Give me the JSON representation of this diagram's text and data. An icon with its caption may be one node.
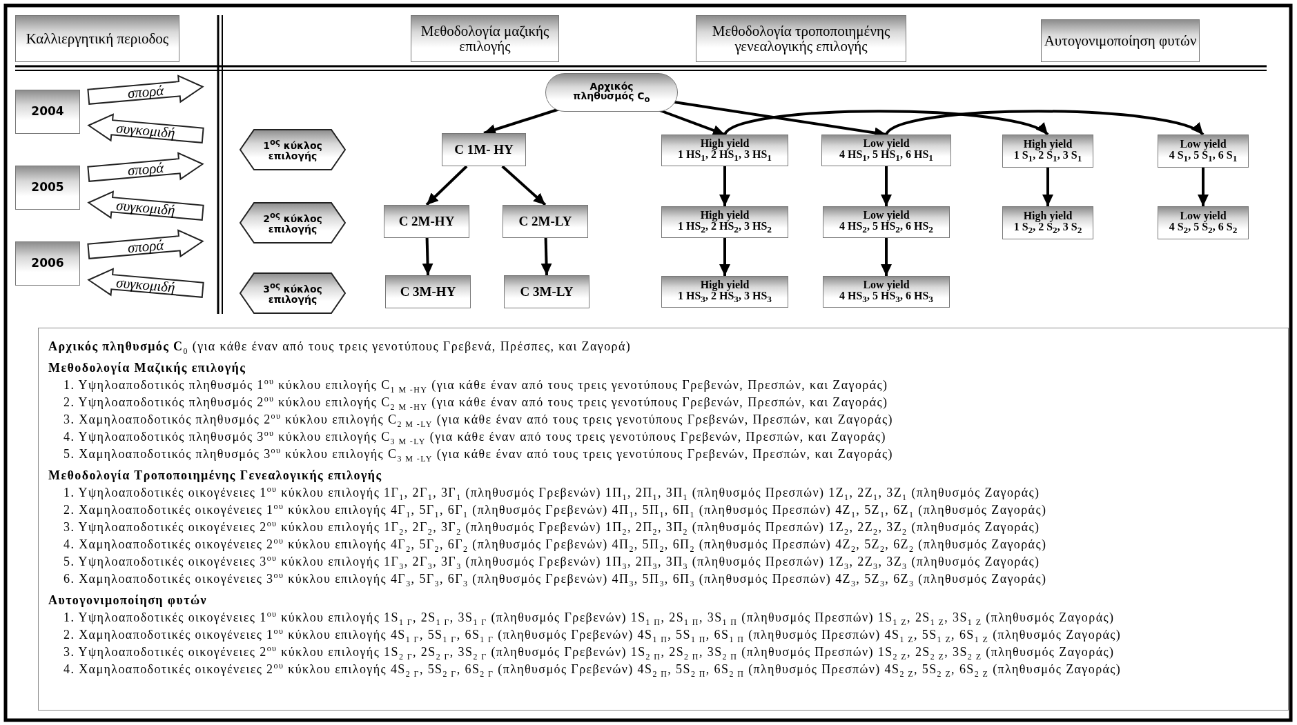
{
  "diagram": {
    "nodes": [
      {
        "text": [
          "Καλλιεργητική περιοδος"
        ]
      },
      {
        "text": [
          "Μεθοδολογία μαζικής επιλογής"
        ]
      },
      {
        "text": [
          "Μεθοδολογία τροποποιημένης γενεαλογικής επιλογής"
        ]
      },
      {
        "text": [
          "Αυτογονιμοποίηση φυτών"
        ]
      },
      {
        "text": [
          "2004"
        ]
      },
      {
        "text": [
          "σπορά"
        ]
      },
      {
        "text": [
          "συγκομιδή"
        ]
      },
      {
        "text": [
          "2005"
        ]
      },
      {
        "text": [
          "σπορά"
        ]
      },
      {
        "text": [
          "συγκομιδή"
        ]
      },
      {
        "text": [
          "2006"
        ]
      },
      {
        "text": [
          "σπορά"
        ]
      },
      {
        "text": [
          "συγκομιδή"
        ]
      },
      {
        "text": [
          "1$^{ος}$ κύκλος επιλογής"
        ]
      },
      {
        "text": [
          "2$^{ος}$ κύκλος επιλογής"
        ]
      },
      {
        "text": [
          "3$^{ος}$ κύκλος επιλογής"
        ]
      },
      {
        "text": [
          "Αρχικός πληθυσμός C$_{o}$"
        ]
      },
      {
        "text": [
          "C 1M- HY"
        ]
      },
      {
        "text": [
          "C 2M-HY"
        ]
      },
      {
        "text": [
          "C 2M-LY"
        ]
      },
      {
        "text": [
          "C 3M-HY"
        ]
      },
      {
        "text": [
          "C 3M-LY"
        ]
      },
      {
        "text": [
          "High yield",
          "1 HS$_{1}$, 2 HS$_{1}$, 3 HS$_{1}$"
        ]
      },
      {
        "text": [
          "Low yield",
          "4 HS$_{1}$, 5 HS$_{1}$, 6 HS$_{1}$"
        ]
      },
      {
        "text": [
          "High yield",
          "1 HS$_{2}$, 2 HS$_{2}$, 3 HS$_{2}$"
        ]
      },
      {
        "text": [
          "Low yield",
          "4 HS$_{2}$, 5 HS$_{2}$, 6 HS$_{2}$"
        ]
      },
      {
        "text": [
          "High yield",
          "1 HS$_{3}$, 2 HS$_{3}$, 3 HS$_{3}$"
        ]
      },
      {
        "text": [
          "Low yield",
          "4 HS$_{3}$, 5 HS$_{3}$, 6 HS$_{3}$"
        ]
      },
      {
        "text": [
          "High yield",
          "1 S$_{1}$, 2 S$_{1}$, 3 S$_{1}$"
        ]
      },
      {
        "text": [
          "Low yield",
          "4 S$_{1}$, 5 S$_{1}$, 6 S$_{1}$"
        ]
      },
      {
        "text": [
          "High yield",
          "1 S$_{2}$, 2 S$_{2}$, 3 S$_{2}$"
        ]
      },
      {
        "text": [
          "Low yield",
          "4 S$_{2}$, 5 S$_{2}$, 6 S$_{2}$"
        ]
      },
      {
        "text": [
          "**Αρχικός πληθυσμός C**$_{0}$ (για κάθε έναν από τους τρεις γενοτύπους Γρεβενά, Πρέσπες, και Ζαγορά)",
          "Μεθοδολογία Μαζικής επιλογής",
          "1. Υψηλοαποδοτικός πληθυσμός 1$^{ου}$ κύκλου επιλογής C$_{1 M -HY}$ (για κάθε έναν από τους τρεις γενοτύπους Γρεβενών, Πρεσπών, και Ζαγοράς)",
          "2. Υψηλοαποδοτικός πληθυσμός 2$^{ου}$ κύκλου επιλογής C$_{2 M -HY}$ (για κάθε έναν από τους τρεις γενοτύπους Γρεβενών, Πρεσπών, και Ζαγοράς)",
          "3. Χαμηλοαποδοτικός πληθυσμός 2$^{ου}$ κύκλου επιλογής C$_{2 M -LY}$ (για κάθε έναν από τους τρεις γενοτύπους Γρεβενών, Πρεσπών, και Ζαγοράς)",
          "4. Υψηλοαποδοτικός πληθυσμός 3$^{ου}$ κύκλου επιλογής C$_{3 M -LY}$ (για κάθε έναν από τους τρεις γενοτύπους Γρεβενών, Πρεσπών, και Ζαγοράς)",
          "5. Χαμηλοαποδοτικός πληθυσμός 3$^{ου}$ κύκλου επιλογής C$_{3 M -LY}$ (για κάθε έναν από τους τρεις γενοτύπους Γρεβενών, Πρεσπών, και Ζαγοράς)",
          "Μεθοδολογία Τροποποιημένης Γενεαλογικής επιλογής",
          "1. Υψηλοαποδοτικές οικογένειες 1$^{ου}$ κύκλου επιλογής 1Γ$_{1}$, 2Γ$_{1}$, 3Γ$_{1}$ (πληθυσμός Γρεβενών) 1Π$_{1}$, 2Π$_{1}$, 3Π$_{1}$ (πληθυσμός Πρεσπών) 1Ζ$_{1}$, 2Ζ$_{1}$, 3Ζ$_{1}$ (πληθυσμός Ζαγοράς)",
          "2. Χαμηλοαποδοτικές οικογένειες 1$^{ου}$ κύκλου επιλογής 4Γ$_{1}$, 5Γ$_{1}$, 6Γ$_{1}$ (πληθυσμός Γρεβενών) 4Π$_{1}$, 5Π$_{1}$, 6Π$_{1}$ (πληθυσμός Πρεσπών) 4Ζ$_{1}$, 5Ζ$_{1}$, 6Ζ$_{1}$ (πληθυσμός Ζαγοράς)",
          "3. Υψηλοαποδοτικές οικογένειες 2$^{ου}$ κύκλου επιλογής 1Γ$_{2}$, 2Γ$_{2}$, 3Γ$_{2}$ (πληθυσμός Γρεβενών) 1Π$_{2}$, 2Π$_{2}$, 3Π$_{2}$ (πληθυσμός Πρεσπών) 1Ζ$_{2}$, 2Ζ$_{2}$, 3Ζ$_{2}$ (πληθυσμός Ζαγοράς)",
          "4. Χαμηλοαποδοτικές οικογένειες 2$^{ου}$ κύκλου επιλογής 4Γ$_{2}$, 5Γ$_{2}$, 6Γ$_{2}$ (πληθυσμός Γρεβενών) 4Π$_{2}$, 5Π$_{2}$, 6Π$_{2}$ (πληθυσμός Πρεσπών) 4Ζ$_{2}$, 5Ζ$_{2}$, 6Ζ$_{2}$ (πληθυσμός Ζαγοράς)",
          "5. Υψηλοαποδοτικές οικογένειες 3$^{ου}$ κύκλου επιλογής 1Γ$_{3}$, 2Γ$_{3}$, 3Γ$_{3}$ (πληθυσμός Γρεβενών) 1Π$_{3}$, 2Π$_{3}$, 3Π$_{3}$ (πληθυσμός Πρεσπών) 1Ζ$_{3}$, 2Ζ$_{3}$, 3Ζ$_{3}$ (πληθυσμός Ζαγοράς)",
          "6. Χαμηλοαποδοτικές οικογένειες 3$^{ου}$ κύκλου επιλογής 4Γ$_{3}$, 5Γ$_{3}$, 6Γ$_{3}$ (πληθυσμός Γρεβενών) 4Π$_{3}$, 5Π$_{3}$, 6Π$_{3}$ (πληθυσμός Πρεσπών) 4Ζ$_{3}$, 5Ζ$_{3}$, 6Ζ$_{3}$ (πληθυσμός Ζαγοράς)",
          "Αυτογονιμοποίηση φυτών",
          "1. Υψηλοαποδοτικές οικογένειες 1$^{ου}$ κύκλου επιλογής 1S$_{1 Γ}$, 2S$_{1 Γ}$, 3S$_{1 Γ}$ (πληθυσμός Γρεβενών) 1S$_{1 Π}$, 2S$_{1 Π}$, 3S$_{1 Π}$ (πληθυσμός Πρεσπών) 1S$_{1 Ζ}$, 2S$_{1 Ζ}$, 3S$_{1 Ζ}$ (πληθυσμός Ζαγοράς)",
          "2. Χαμηλοαποδοτικές οικογένειες 1$^{ου}$ κύκλου επιλογής 4S$_{1 Γ}$, 5S$_{1 Γ}$, 6S$_{1 Γ}$ (πληθυσμός Γρεβενών) 4S$_{1 Π}$, 5S$_{1 Π}$, 6S$_{1 Π}$ (πληθυσμός Πρεσπών) 4S$_{1 Ζ}$, 5S$_{1 Ζ}$, 6S$_{1 Ζ}$ (πληθυσμός Ζαγοράς)",
          "3. Υψηλοαποδοτικές οικογένειες 2$^{ου}$ κύκλου επιλογής 1S$_{2 Γ}$, 2S$_{2 Γ}$, 3S$_{2 Γ}$ (πληθυσμός Γρεβενών) 1S$_{2 Π}$, 2S$_{2 Π}$, 3S$_{2 Π}$ (πληθυσμός Πρεσπών) 1S$_{2 Ζ}$, 2S$_{2 Ζ}$, 3S$_{2 Ζ}$ (πληθυσμός Ζαγοράς)",
          "4. Χαμηλοαποδοτικές οικογένειες 2$^{ου}$ κύκλου επιλογής 4S$_{2 Γ}$, 5S$_{2 Γ}$, 6S$_{2 Γ}$ (πληθυσμός Γρεβενών) 4S$_{2 Π}$, 5S$_{2 Π}$, 6S$_{2 Π}$ (πληθυσμός Πρεσπών) 4S$_{2 Ζ}$, 5S$_{2 Ζ}$, 6S$_{2 Ζ}$ (πληθυσμός Ζαγοράς)"
        ]
      }
    ],
    "edges": [
      {
        "from": 16,
        "to": 17,
        "arrow": "to"
      },
      {
        "from": 16,
        "to": 22,
        "arrow": "to"
      },
      {
        "from": 16,
        "to": 23,
        "arrow": "to"
      },
      {
        "from": 17,
        "to": 18,
        "arrow": "to"
      },
      {
        "from": 17,
        "to": 19,
        "arrow": "to"
      },
      {
        "from": 18,
        "to": 20,
        "arrow": "to"
      },
      {
        "from": 19,
        "to": 21,
        "arrow": "to"
      },
      {
        "from": 22,
        "to": 24,
        "arrow": "to"
      },
      {
        "from": 24,
        "to": 26,
        "arrow": "to"
      },
      {
        "from": 23,
        "to": 25,
        "arrow": "to"
      },
      {
        "from": 25,
        "to": 27,
        "arrow": "to"
      },
      {
        "from": 22,
        "to": 28,
        "arrow": "to"
      },
      {
        "from": 23,
        "to": 29,
        "arrow": "to"
      },
      {
        "from": 28,
        "to": 30,
        "arrow": "to"
      },
      {
        "from": 29,
        "to": 31,
        "arrow": "to"
      }
    ]
  }
}
